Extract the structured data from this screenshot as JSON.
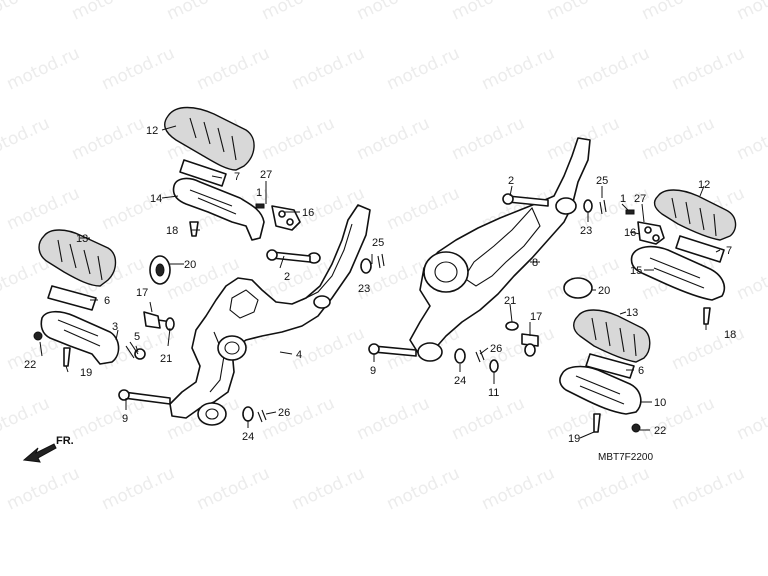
{
  "diagram": {
    "watermark_text": "motod.ru",
    "drawing_code": "MBT7F2200",
    "front_label": "FR.",
    "callouts": [
      {
        "id": "c12a",
        "label": "12"
      },
      {
        "id": "c7a",
        "label": "7"
      },
      {
        "id": "c27a",
        "label": "27"
      },
      {
        "id": "c1a",
        "label": "1"
      },
      {
        "id": "c14",
        "label": "14"
      },
      {
        "id": "c16a",
        "label": "16"
      },
      {
        "id": "c18a",
        "label": "18"
      },
      {
        "id": "c13a",
        "label": "13"
      },
      {
        "id": "c20a",
        "label": "20"
      },
      {
        "id": "c2a",
        "label": "2"
      },
      {
        "id": "c25a",
        "label": "25"
      },
      {
        "id": "c23a",
        "label": "23"
      },
      {
        "id": "c6a",
        "label": "6"
      },
      {
        "id": "c17a",
        "label": "17"
      },
      {
        "id": "c3",
        "label": "3"
      },
      {
        "id": "c5",
        "label": "5"
      },
      {
        "id": "c22a",
        "label": "22"
      },
      {
        "id": "c19a",
        "label": "19"
      },
      {
        "id": "c21a",
        "label": "21"
      },
      {
        "id": "c4",
        "label": "4"
      },
      {
        "id": "c9a",
        "label": "9"
      },
      {
        "id": "c26a",
        "label": "26"
      },
      {
        "id": "c24a",
        "label": "24"
      },
      {
        "id": "c2b",
        "label": "2"
      },
      {
        "id": "c25b",
        "label": "25"
      },
      {
        "id": "c1b",
        "label": "1"
      },
      {
        "id": "c27b",
        "label": "27"
      },
      {
        "id": "c12b",
        "label": "12"
      },
      {
        "id": "c23b",
        "label": "23"
      },
      {
        "id": "c16b",
        "label": "16"
      },
      {
        "id": "c7b",
        "label": "7"
      },
      {
        "id": "c8",
        "label": "8"
      },
      {
        "id": "c15",
        "label": "15"
      },
      {
        "id": "c20b",
        "label": "20"
      },
      {
        "id": "c21b",
        "label": "21"
      },
      {
        "id": "c17b",
        "label": "17"
      },
      {
        "id": "c18b",
        "label": "18"
      },
      {
        "id": "c13b",
        "label": "13"
      },
      {
        "id": "c9b",
        "label": "9"
      },
      {
        "id": "c26b",
        "label": "26"
      },
      {
        "id": "c24b",
        "label": "24"
      },
      {
        "id": "c11",
        "label": "11"
      },
      {
        "id": "c6b",
        "label": "6"
      },
      {
        "id": "c10",
        "label": "10"
      },
      {
        "id": "c19b",
        "label": "19"
      },
      {
        "id": "c22b",
        "label": "22"
      }
    ]
  }
}
